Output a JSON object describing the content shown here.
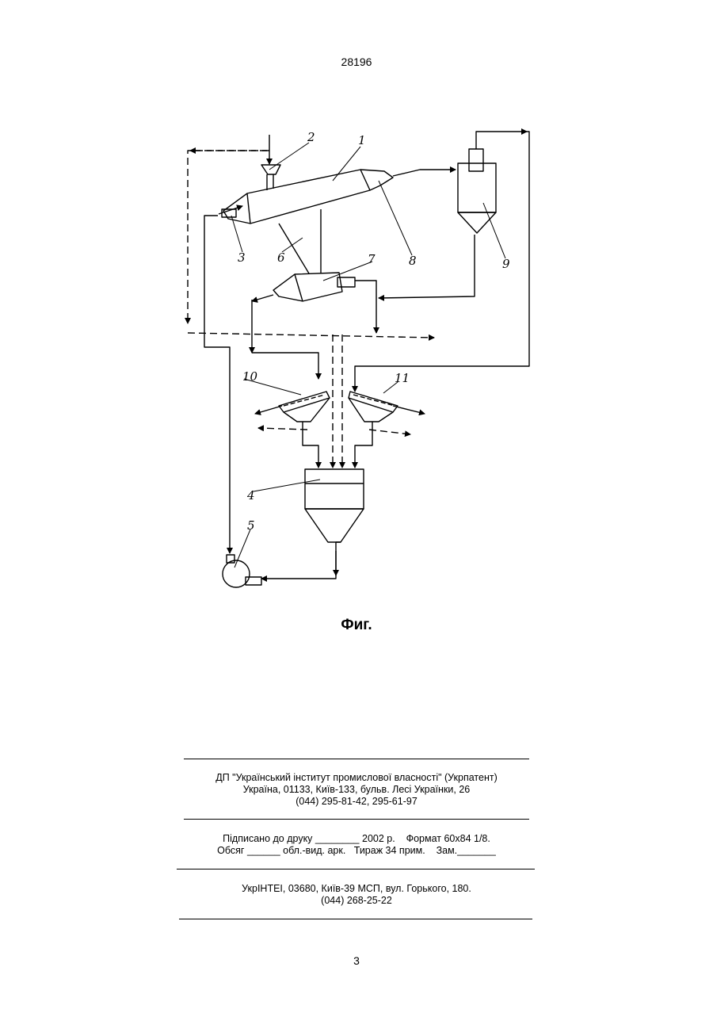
{
  "header": {
    "doc_number": "28196"
  },
  "figure": {
    "labels": [
      "1",
      "2",
      "3",
      "4",
      "5",
      "6",
      "7",
      "8",
      "9",
      "10",
      "11"
    ],
    "caption": "Фиг."
  },
  "publisher": {
    "line1": "ДП \"Український інститут промислової власності\" (Укрпатент)",
    "line2": "Україна, 01133, Київ-133, бульв. Лесі Українки, 26",
    "line3": "(044) 295-81-42, 295-61-97"
  },
  "print_info": {
    "line1": "Підписано до друку ________ 2002 р.    Формат 60x84 1/8.",
    "line2": "Обсяг ______ обл.-вид. арк.   Тираж 34 прим.    Зам._______"
  },
  "printer": {
    "line1": "УкрІНТЕІ, 03680, Київ-39 МСП, вул. Горького, 180.",
    "line2": "(044) 268-25-22"
  },
  "footer": {
    "page_number": "3"
  }
}
